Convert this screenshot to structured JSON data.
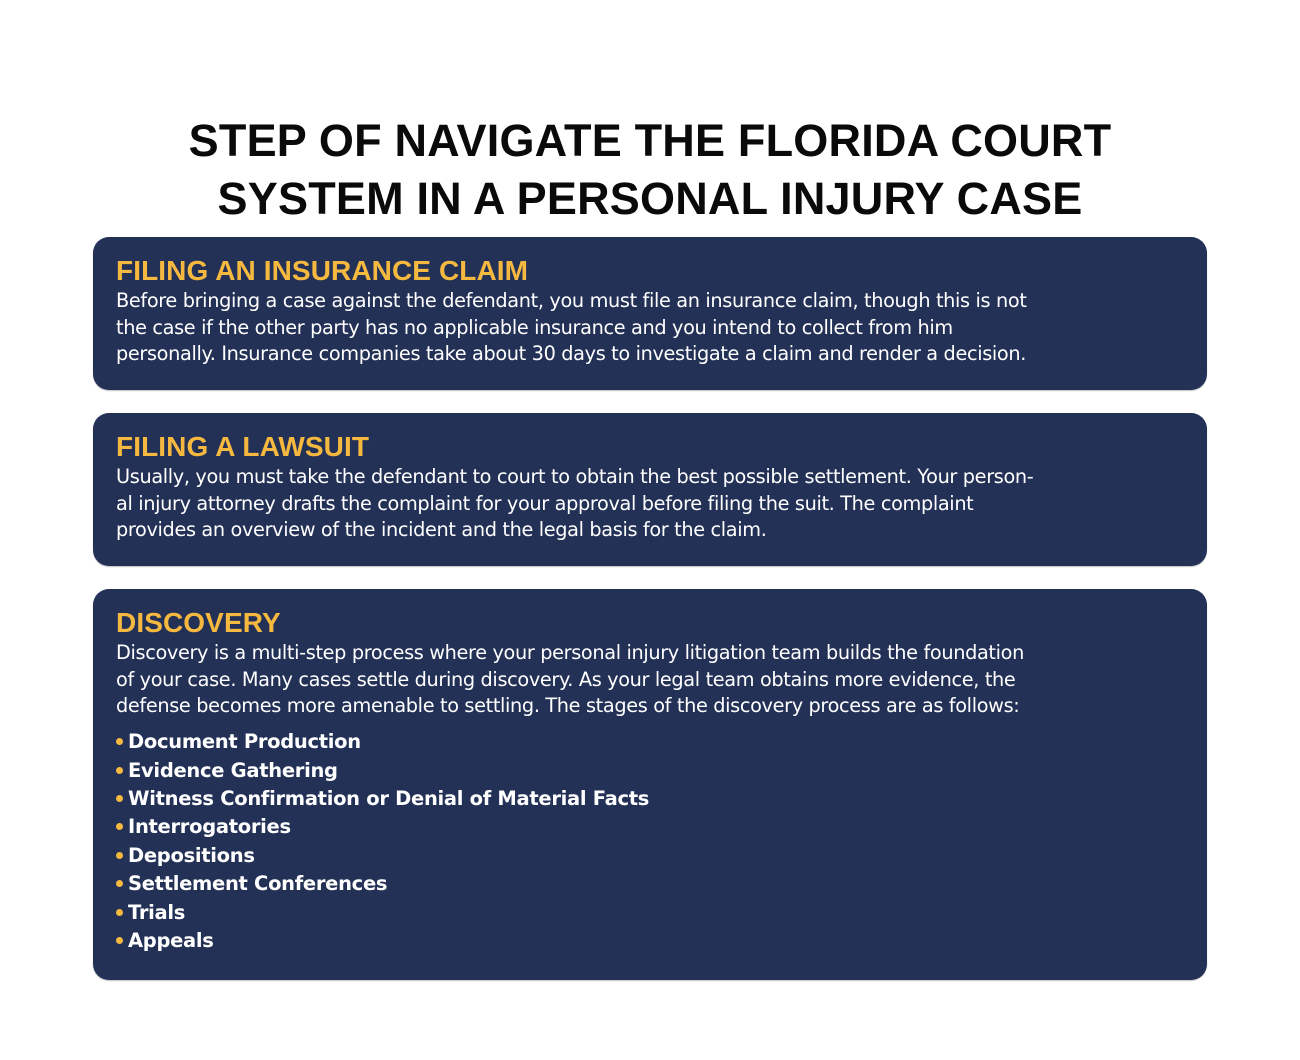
{
  "page": {
    "title_lines": [
      "STEP OF NAVIGATE THE FLORIDA COURT",
      "SYSTEM IN A PERSONAL INJURY CASE"
    ]
  },
  "colors": {
    "background": "#ffffff",
    "title_text": "#0a0a0a",
    "card_background": "#243156",
    "heading_accent": "#f6b940",
    "body_text": "#ffffff",
    "bullet": "#f6b940"
  },
  "sections": [
    {
      "heading": "FILING AN INSURANCE CLAIM",
      "body_lines": [
        "Before bringing a case against the defendant, you must file an insurance claim, though this is not",
        "the case if the other party has no applicable insurance and you intend to collect from him",
        "personally. Insurance companies take about 30 days to investigate a claim and render a decision."
      ]
    },
    {
      "heading": "FILING A LAWSUIT",
      "body_lines": [
        "Usually, you must take the defendant to court to obtain the best possible settlement. Your person-",
        "al injury attorney drafts the complaint for your approval before filing the suit. The complaint",
        "provides an overview of the incident and the legal basis for the claim."
      ]
    },
    {
      "heading": "DISCOVERY",
      "body_lines": [
        "Discovery is a multi-step process where your personal injury litigation team builds the foundation",
        "of your case. Many cases settle during discovery. As your legal team obtains more evidence, the",
        "defense becomes more amenable to settling. The stages of the discovery process are as follows:"
      ],
      "bullets": [
        "Document Production",
        "Evidence Gathering",
        "Witness Confirmation or Denial of Material Facts",
        "Interrogatories",
        "Depositions",
        "Settlement Conferences",
        "Trials",
        "Appeals"
      ]
    }
  ]
}
